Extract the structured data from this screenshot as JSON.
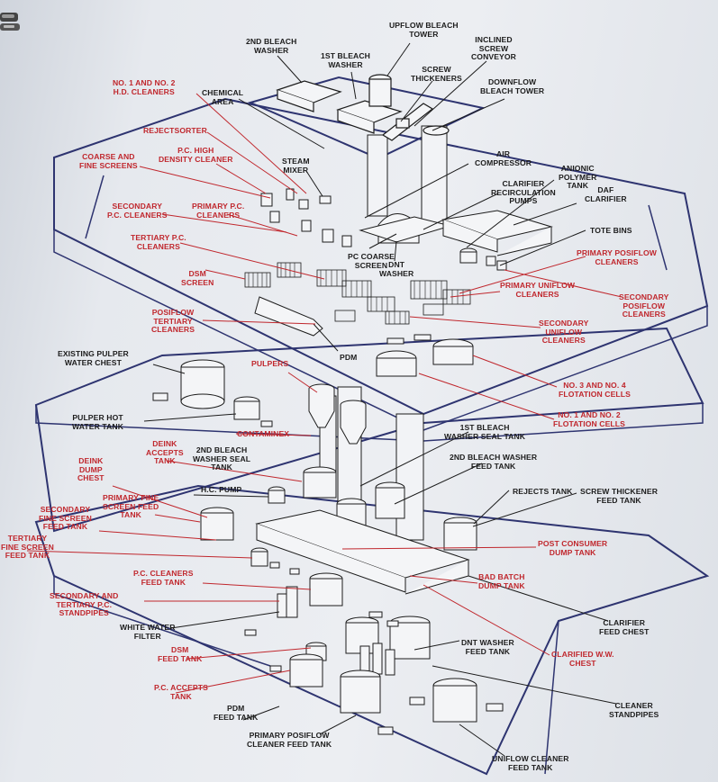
{
  "colors": {
    "ink": "#1c1c1c",
    "callout_red": "#c0272d",
    "outline_blue": "#2e3470",
    "paper": "#eceef2"
  },
  "labels": {
    "upflow_bleach_tower": "UPFLOW BLEACH\nTOWER",
    "second_bleach_washer": "2ND BLEACH\nWASHER",
    "first_bleach_washer": "1ST BLEACH\nWASHER",
    "inclined_screw_conveyor": "INCLINED\nSCREW\nCONVEYOR",
    "screw_thickeners": "SCREW\nTHICKENERS",
    "downflow_bleach_tower": "DOWNFLOW\nBLEACH TOWER",
    "hd_cleaners": "NO. 1 AND NO. 2\nH.D. CLEANERS",
    "chemical_area": "CHEMICAL\nAREA",
    "rejectsorter": "REJECTSORTER",
    "pc_high_density_cleaner": "P.C. HIGH\nDENSITY CLEANER",
    "steam_mixer": "STEAM\nMIXER",
    "air_compressor": "AIR\nCOMPRESSOR",
    "coarse_fine_screens": "COARSE AND\nFINE SCREENS",
    "clarifier_recirculation_pumps": "CLARIFIER\nRECIRCULATION\nPUMPS",
    "anionic_polymer_tank": "ANIONIC\nPOLYMER\nTANK",
    "daf_clarifier": "DAF\nCLARIFIER",
    "secondary_pc_cleaners": "SECONDARY\nP.C. CLEANERS",
    "primary_pc_cleaners": "PRIMARY P.C.\nCLEANERS",
    "tote_bins": "TOTE BINS",
    "tertiary_pc_cleaners": "TERTIARY P.C.\nCLEANERS",
    "pc_coarse_screen": "PC COARSE\nSCREEN",
    "dnt_washer": "DNT\nWASHER",
    "primary_posiflow_cleaners": "PRIMARY POSIFLOW\nCLEANERS",
    "dsm_screen": "DSM\nSCREEN",
    "primary_uniflow_cleaners": "PRIMARY UNIFLOW\nCLEANERS",
    "secondary_posiflow_cleaners": "SECONDARY\nPOSIFLOW\nCLEANERS",
    "posiflow_tertiary_cleaners": "POSIFLOW\nTERTIARY\nCLEANERS",
    "secondary_uniflow_cleaners": "SECONDARY\nUNIFLOW\nCLEANERS",
    "pdm": "PDM",
    "existing_pulper_water_chest": "EXISTING PULPER\nWATER CHEST",
    "pulpers": "PULPERS",
    "flotation_cells_3_4": "NO. 3 AND NO. 4\nFLOTATION CELLS",
    "flotation_cells_1_2": "NO. 1 AND NO. 2\nFLOTATION CELLS",
    "pulper_hot_water_tank": "PULPER HOT\nWATER TANK",
    "contaminex": "CONTAMINEX",
    "first_bleach_washer_seal_tank": "1ST BLEACH\nWASHER SEAL TANK",
    "deink_accepts_tank": "DEINK\nACCEPTS\nTANK",
    "second_bleach_washer_seal_tank": "2ND BLEACH\nWASHER SEAL\nTANK",
    "second_bleach_washer_feed_tank": "2ND BLEACH WASHER\nFEED TANK",
    "deink_dump_chest": "DEINK\nDUMP\nCHEST",
    "hc_pump": "H.C. PUMP",
    "rejects_tank": "REJECTS TANK",
    "screw_thickener_feed_tank": "SCREW THICKENER\nFEED TANK",
    "primary_fine_screen_feed_tank": "PRIMARY FINE\nSCREEN FEED\nTANK",
    "secondary_fine_screen_feed_tank": "SECONDARY\nFINE SCREEN\nFEED TANK",
    "tertiary_fine_screen_feed_tank": "TERTIARY\nFINE SCREEN\nFEED TANK",
    "post_consumer_dump_tank": "POST CONSUMER\nDUMP TANK",
    "pc_cleaners_feed_tank": "P.C. CLEANERS\nFEED TANK",
    "bad_batch_dump_tank": "BAD BATCH\nDUMP TANK",
    "secondary_tertiary_standpipes": "SECONDARY AND\nTERTIARY P.C.\nSTANDPIPES",
    "clarifier_feed_chest": "CLARIFIER\nFEED CHEST",
    "white_water_filter": "WHITE WATER\nFILTER",
    "dnt_washer_feed_tank": "DNT WASHER\nFEED TANK",
    "clarified_ww_chest": "CLARIFIED W.W.\nCHEST",
    "dsm_feed_tank": "DSM\nFEED TANK",
    "pc_accepts_tank": "P.C. ACCEPTS\nTANK",
    "cleaner_standpipes": "CLEANER\nSTANDPIPES",
    "pdm_feed_tank": "PDM\nFEED TANK",
    "primary_posiflow_cleaner_feed_tank": "PRIMARY POSIFLOW\nCLEANER FEED TANK",
    "uniflow_cleaner_feed_tank": "UNIFLOW CLEANER\nFEED TANK"
  }
}
